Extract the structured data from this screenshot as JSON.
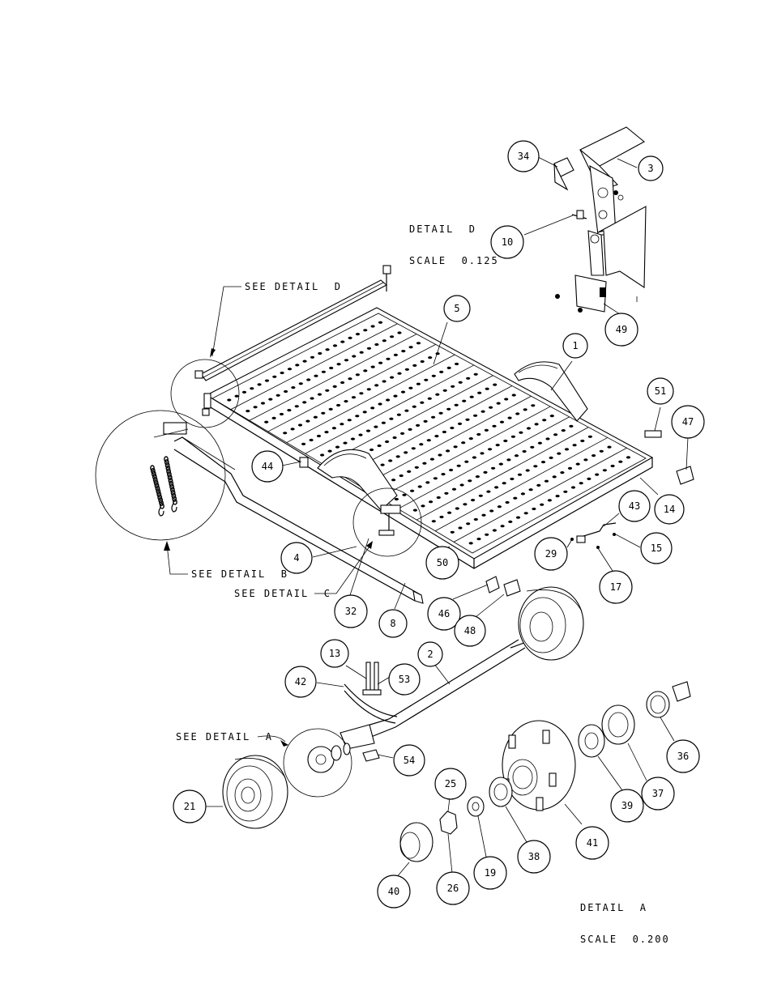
{
  "notes": {
    "detail_d_line1": "DETAIL  D",
    "detail_d_line2": "SCALE  0.125",
    "detail_a_line1": "DETAIL  A",
    "detail_a_line2": "SCALE  0.200",
    "see_detail_d": "SEE DETAIL  D",
    "see_detail_b": "SEE DETAIL  B",
    "see_detail_c": "SEE DETAIL  C",
    "see_detail_a": "SEE DETAIL  A"
  },
  "callouts": [
    {
      "id": "34",
      "label": "34"
    },
    {
      "id": "3",
      "label": "3"
    },
    {
      "id": "10",
      "label": "10"
    },
    {
      "id": "49",
      "label": "49"
    },
    {
      "id": "5",
      "label": "5"
    },
    {
      "id": "1",
      "label": "1"
    },
    {
      "id": "51",
      "label": "51"
    },
    {
      "id": "47",
      "label": "47"
    },
    {
      "id": "44",
      "label": "44"
    },
    {
      "id": "14",
      "label": "14"
    },
    {
      "id": "43",
      "label": "43"
    },
    {
      "id": "15",
      "label": "15"
    },
    {
      "id": "29",
      "label": "29"
    },
    {
      "id": "17",
      "label": "17"
    },
    {
      "id": "4",
      "label": "4"
    },
    {
      "id": "50",
      "label": "50"
    },
    {
      "id": "32",
      "label": "32"
    },
    {
      "id": "8",
      "label": "8"
    },
    {
      "id": "46",
      "label": "46"
    },
    {
      "id": "48",
      "label": "48"
    },
    {
      "id": "2",
      "label": "2"
    },
    {
      "id": "13",
      "label": "13"
    },
    {
      "id": "42",
      "label": "42"
    },
    {
      "id": "53",
      "label": "53"
    },
    {
      "id": "54",
      "label": "54"
    },
    {
      "id": "36",
      "label": "36"
    },
    {
      "id": "37",
      "label": "37"
    },
    {
      "id": "39",
      "label": "39"
    },
    {
      "id": "21",
      "label": "21"
    },
    {
      "id": "25",
      "label": "25"
    },
    {
      "id": "41",
      "label": "41"
    },
    {
      "id": "38",
      "label": "38"
    },
    {
      "id": "19",
      "label": "19"
    },
    {
      "id": "26",
      "label": "26"
    },
    {
      "id": "40",
      "label": "40"
    }
  ]
}
